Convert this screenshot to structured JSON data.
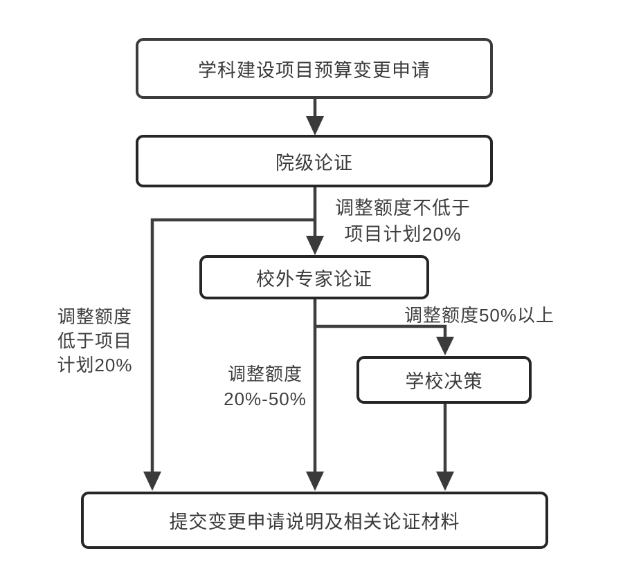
{
  "nodes": {
    "apply": {
      "label": "学科建设项目预算变更申请"
    },
    "college_review": {
      "label": "院级论证"
    },
    "expert_review": {
      "label": "校外专家论证"
    },
    "school_decision": {
      "label": "学校决策"
    },
    "submit": {
      "label": "提交变更申请说明及相关论证材料"
    }
  },
  "edge_labels": {
    "ge20": {
      "line1": "调整额度不低于",
      "line2": "项目计划20%"
    },
    "lt20": {
      "line1": "调整额度",
      "line2": "低于项目",
      "line3": "计划20%"
    },
    "mid": {
      "line1": "调整额度",
      "line2": "20%-50%"
    },
    "gt50": {
      "line1": "调整额度50%以上"
    }
  },
  "colors": {
    "background": "#ffffff",
    "node_border": "#262626",
    "connector": "#3e3e3e",
    "text": "#3f3f3f"
  }
}
